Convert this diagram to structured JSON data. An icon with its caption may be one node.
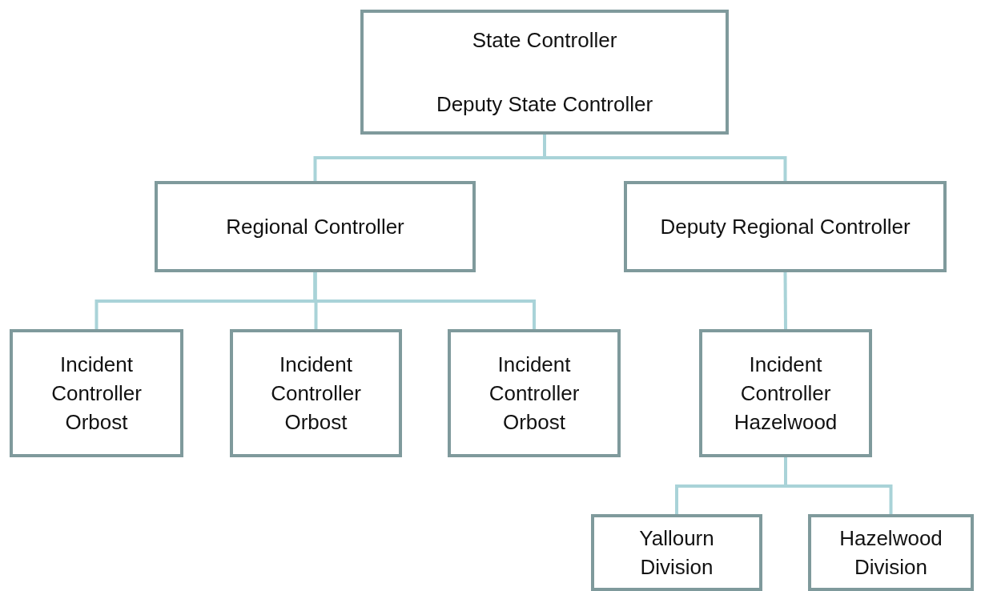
{
  "diagram": {
    "nodes": [
      {
        "text": [
          "State Controller",
          "Deputy State Controller"
        ]
      },
      {
        "text": [
          "Regional Controller"
        ]
      },
      {
        "text": [
          "Deputy Regional Controller"
        ]
      },
      {
        "text": [
          "Incident Controller Orbost"
        ]
      },
      {
        "text": [
          "Incident Controller Orbost"
        ]
      },
      {
        "text": [
          "Incident Controller Orbost"
        ]
      },
      {
        "text": [
          "Incident Controller Hazelwood"
        ]
      },
      {
        "text": [
          "Yallourn Division"
        ]
      },
      {
        "text": [
          "Hazelwood Division"
        ]
      }
    ],
    "edges": [
      {
        "from": 0,
        "to": 1,
        "arrow": "none"
      },
      {
        "from": 0,
        "to": 2,
        "arrow": "none"
      },
      {
        "from": 1,
        "to": 3,
        "arrow": "none"
      },
      {
        "from": 1,
        "to": 4,
        "arrow": "none"
      },
      {
        "from": 1,
        "to": 5,
        "arrow": "none"
      },
      {
        "from": 2,
        "to": 6,
        "arrow": "none"
      },
      {
        "from": 6,
        "to": 7,
        "arrow": "none"
      },
      {
        "from": 6,
        "to": 8,
        "arrow": "none"
      }
    ]
  }
}
